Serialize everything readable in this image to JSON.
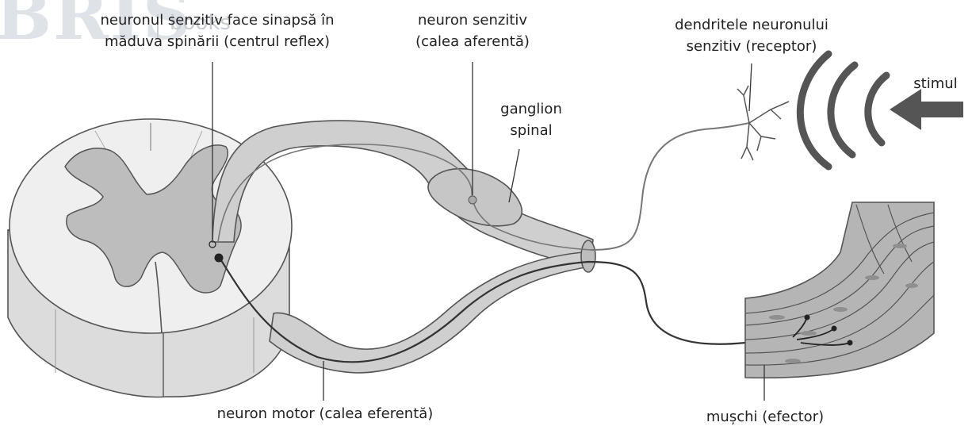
{
  "watermark": {
    "brand": "BRIS",
    "sub": "books"
  },
  "labels": {
    "sensory_synapse": [
      "neuronul senzitiv face sinapsă în",
      "măduva spinării (centrul reflex)"
    ],
    "sensory_neuron": [
      "neuron senzitiv",
      "(calea aferentă)"
    ],
    "ganglion": [
      "ganglion",
      "spinal"
    ],
    "dendrites": [
      "dendritele neuronului",
      "senzitiv (receptor)"
    ],
    "stimulus": "stimul",
    "motor_neuron": "neuron motor (calea eferentă)",
    "muscle": "mușchi (efector)"
  },
  "colors": {
    "cord_white_matter": "#efefef",
    "cord_side": "#dcdcdc",
    "grey_matter": "#bdbdbd",
    "nerve": "#cfcfcf",
    "muscle": "#b5b5b5",
    "neuron_line": "#333333",
    "stimulus_arrow": "#555555"
  }
}
